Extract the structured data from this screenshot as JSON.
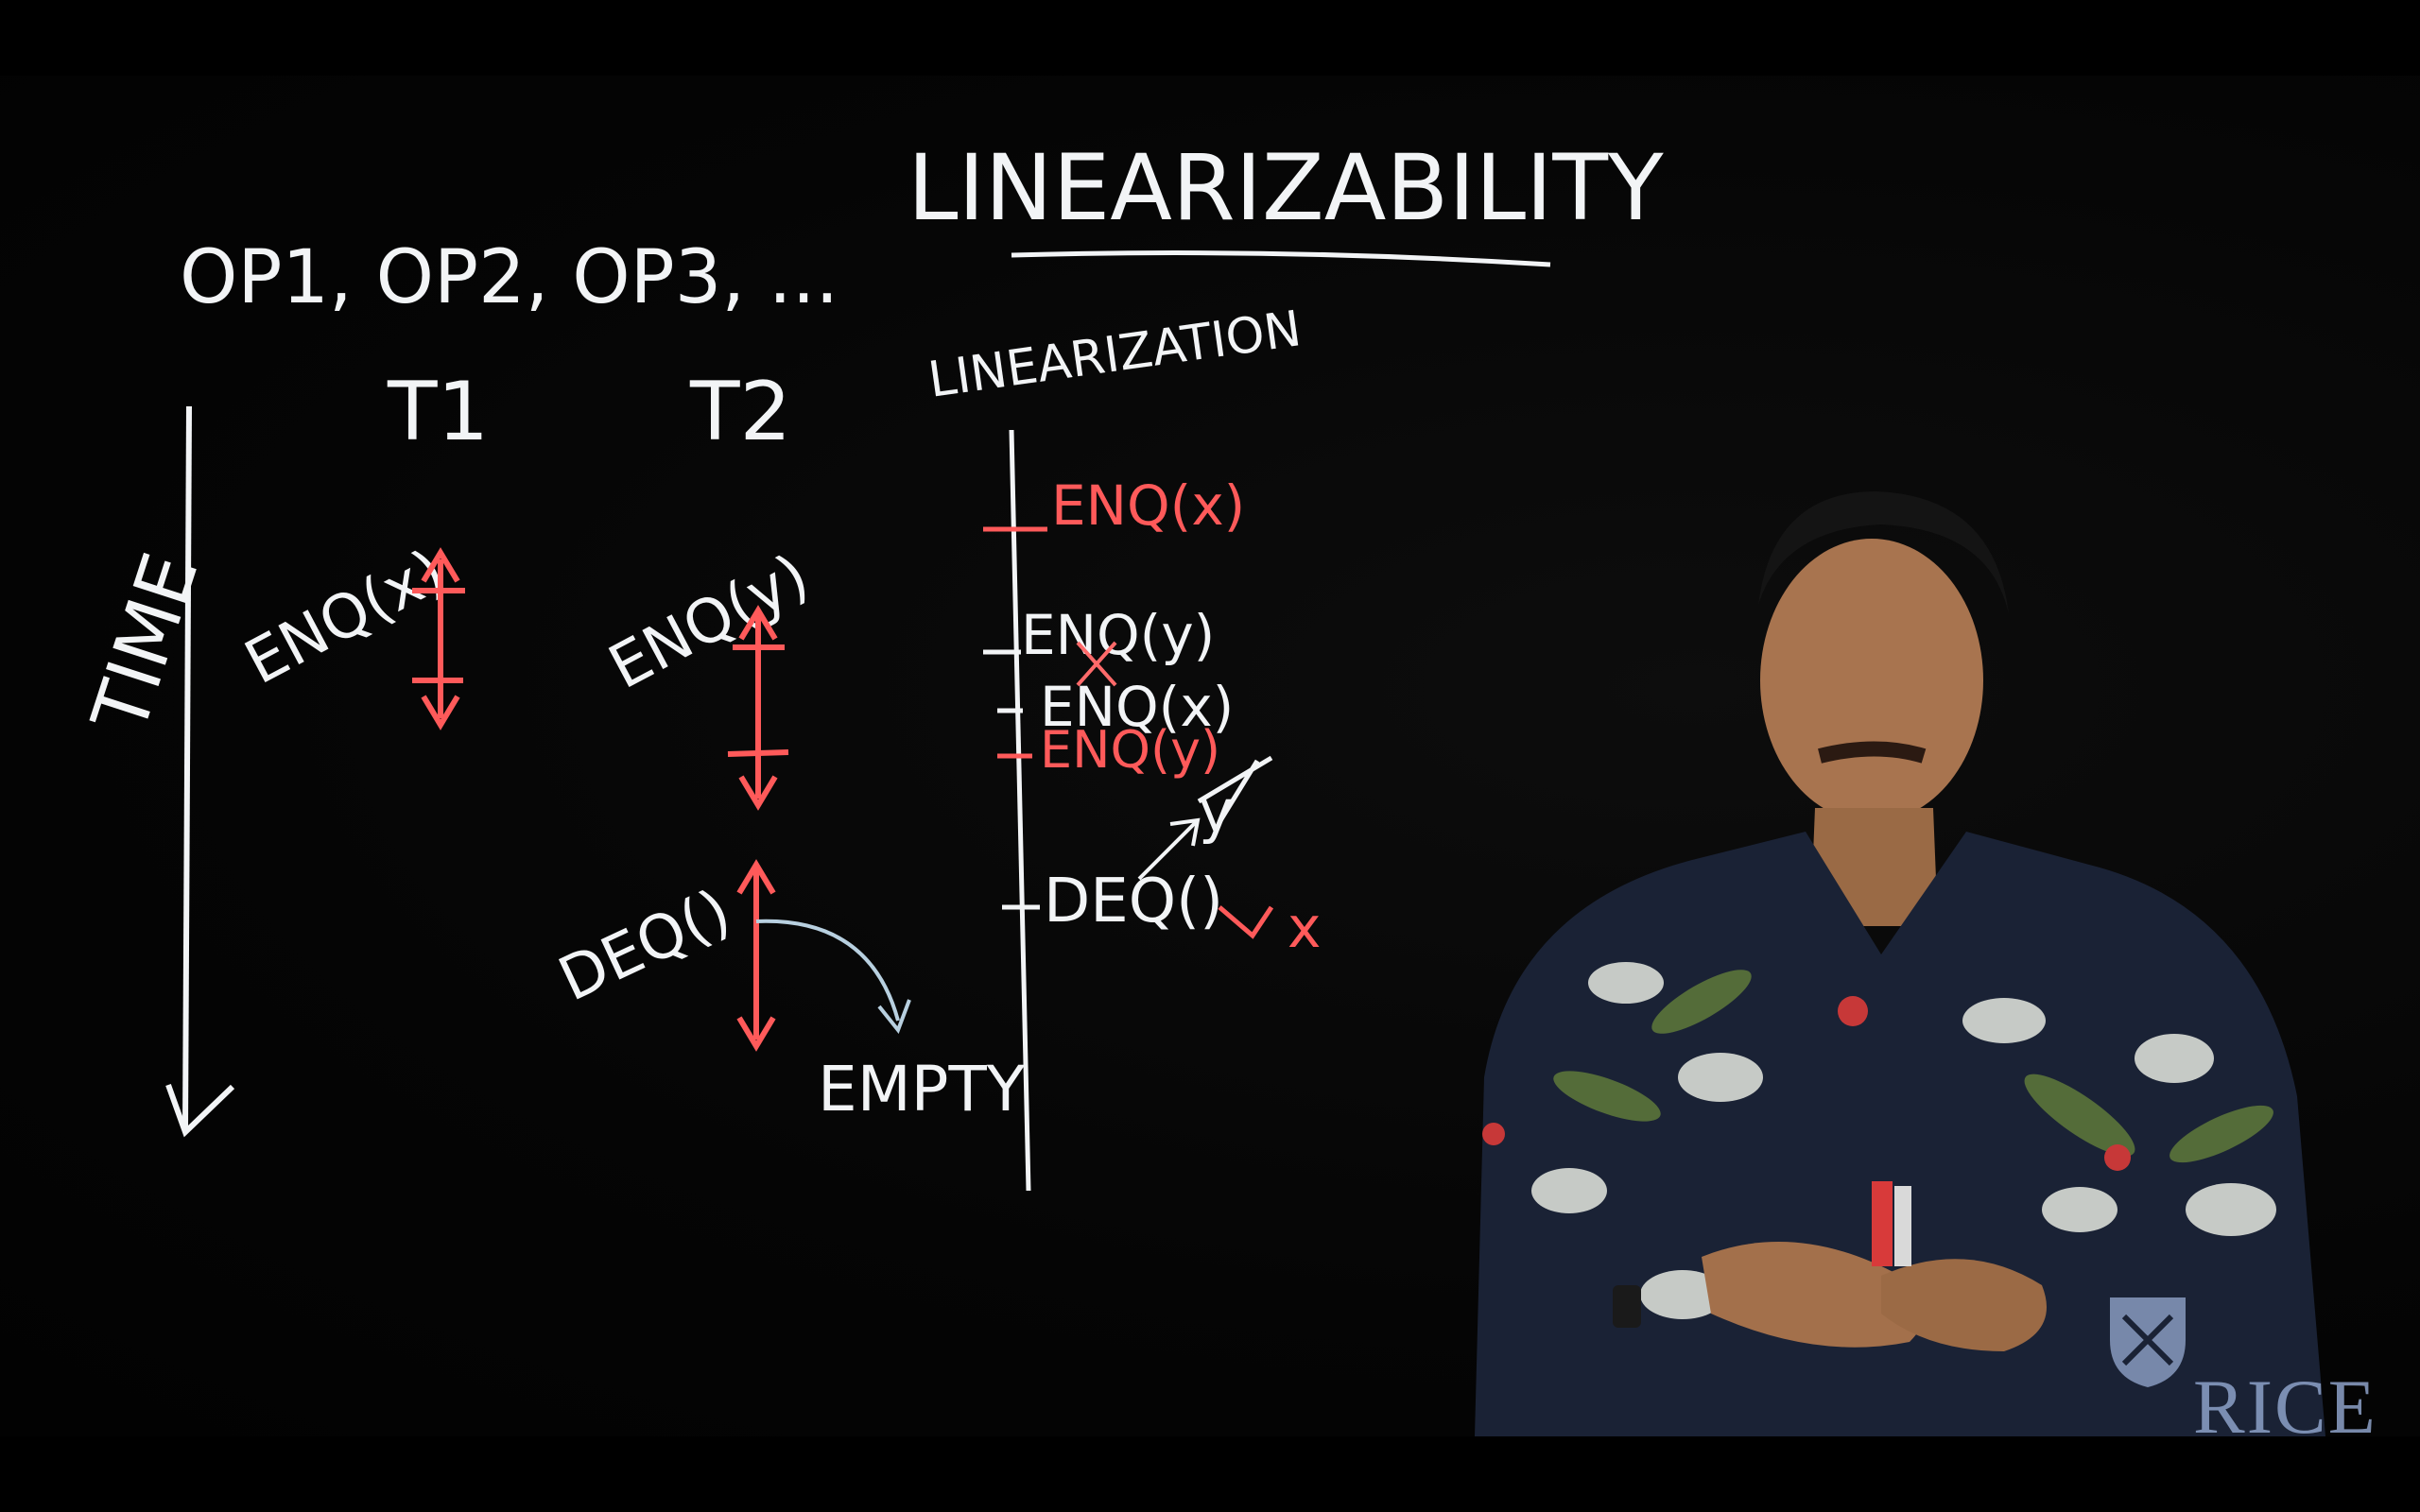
{
  "board": {
    "title": "LINEARIZABILITY",
    "ops_line": "OP1, OP2, OP3, ...",
    "time_label": "TIME",
    "thread_1": "T1",
    "thread_2": "T2",
    "linearization_label": "LINEARIZATION",
    "t1_op": "ENQ(x)",
    "t2_op1": "ENQ(y)",
    "t2_op2": "DEQ()",
    "result": "EMPTY",
    "lin_1": "ENQ(x)",
    "lin_2": "ENQ(y)",
    "lin_3": "ENQ(x)",
    "lin_4": "ENQ(y)",
    "lin_5": "DEQ()",
    "y_mark": "y",
    "x_mark": "x"
  },
  "branding": {
    "logo_text": "RICE"
  },
  "colors": {
    "chalk_white": "#f2f4f6",
    "chalk_red": "#ff5a5a",
    "logo": "#8ea2c8"
  }
}
